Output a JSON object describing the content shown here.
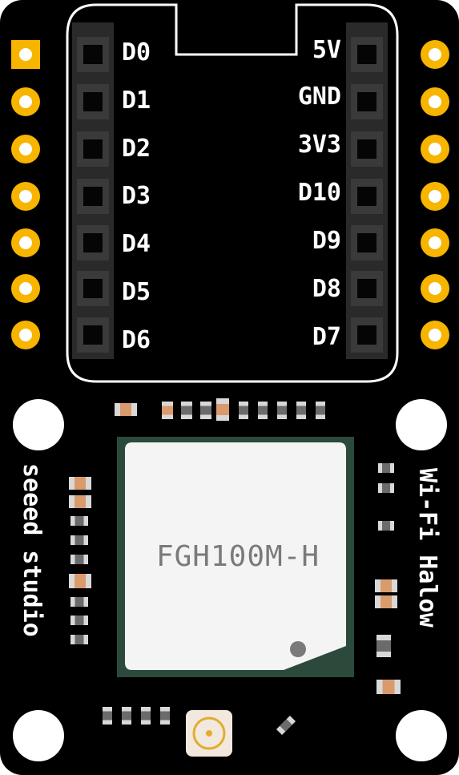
{
  "board": {
    "left_pins": [
      "D0",
      "D1",
      "D2",
      "D3",
      "D4",
      "D5",
      "D6"
    ],
    "right_pins": [
      "5V",
      "GND",
      "3V3",
      "D10",
      "D9",
      "D8",
      "D7"
    ],
    "module_label": "FGH100M-H",
    "brand_text": "seeed studio",
    "product_text": "Wi-Fi Halow"
  },
  "colors": {
    "board": "#000000",
    "pad_gold": "#f7b500",
    "header": "#2a2a2a",
    "module_outline": "#2b4a3c",
    "module_body": "#f4f4f4",
    "resistor": "#d99a6c"
  }
}
